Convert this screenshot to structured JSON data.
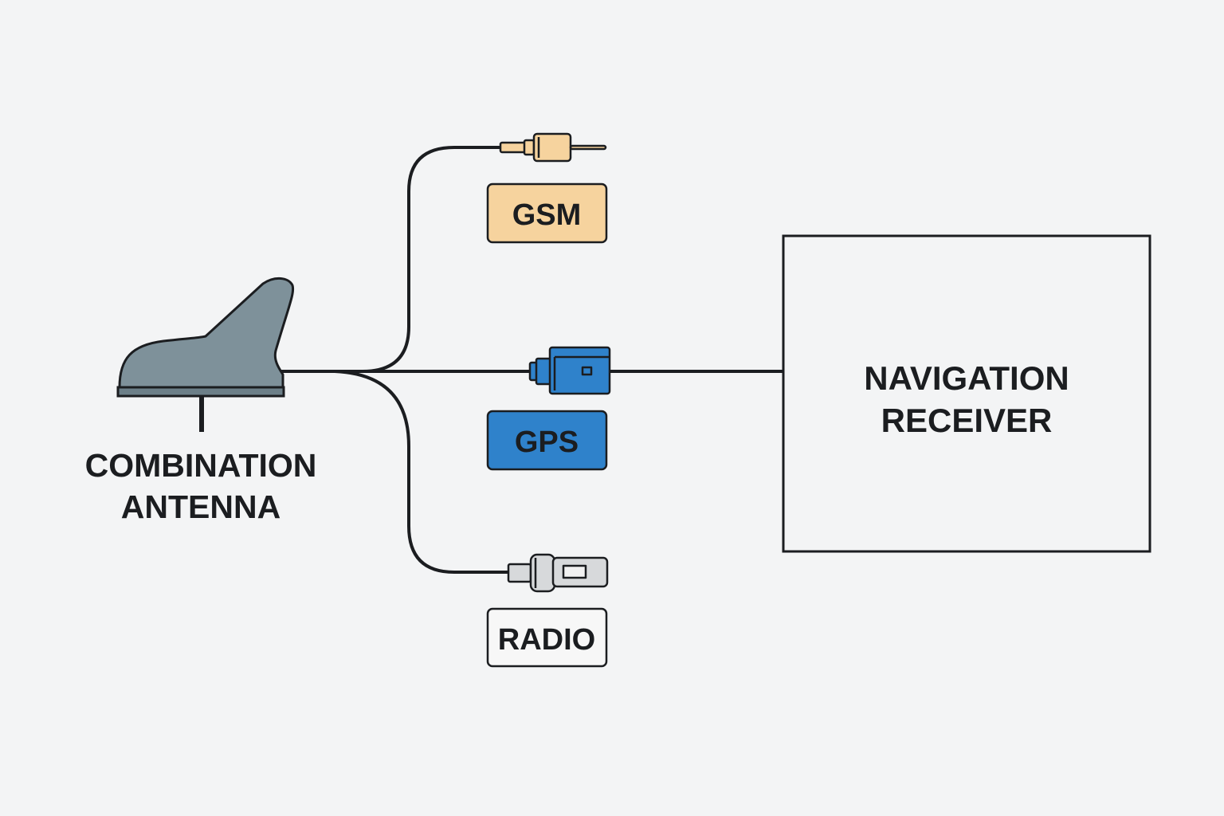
{
  "diagram": {
    "antenna": {
      "label_line1": "COMBINATION",
      "label_line2": "ANTENNA",
      "body_color": "#7e919a",
      "base_color": "#6c7f88"
    },
    "receiver": {
      "label_line1": "NAVIGATION",
      "label_line2": "RECEIVER"
    },
    "branches": [
      {
        "id": "gsm",
        "label": "GSM",
        "connector": "gsm-connector-icon",
        "color": "#f6d39e"
      },
      {
        "id": "gps",
        "label": "GPS",
        "connector": "gps-connector-icon",
        "color": "#2f82cb"
      },
      {
        "id": "radio",
        "label": "RADIO",
        "connector": "radio-connector-icon",
        "color": "#d7d9db"
      }
    ],
    "colors": {
      "background": "#f3f4f5",
      "line": "#1b1d20",
      "radio_label_bg": "#f7f7f7"
    }
  }
}
